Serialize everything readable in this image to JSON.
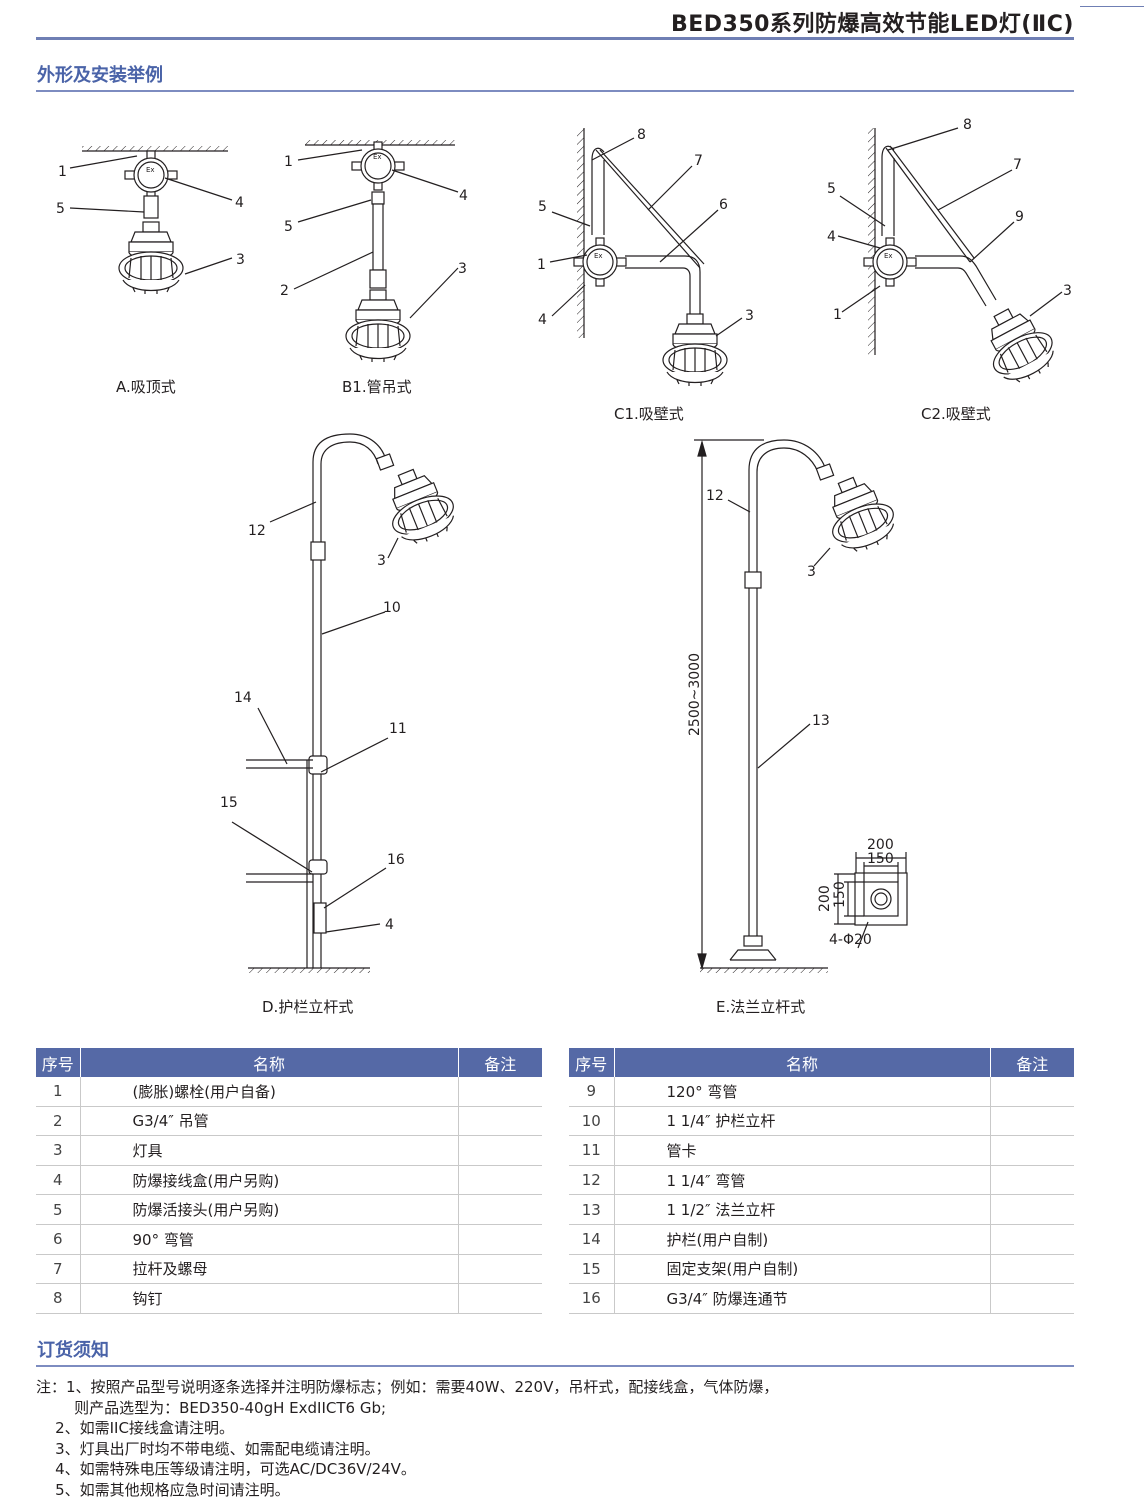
{
  "header": {
    "title": "BED350系列防爆高效节能LED灯(ⅡC)"
  },
  "sections": {
    "appearance": "外形及安装举例",
    "ordering": "订货须知"
  },
  "drawings": {
    "captions": {
      "A": "A.吸顶式",
      "B1": "B1.管吊式",
      "C1": "C1.吸壁式",
      "C2": "C2.吸壁式",
      "D": "D.护栏立杆式",
      "E": "E.法兰立杆式"
    },
    "callouts": {
      "A": [
        "1",
        "5",
        "4",
        "3"
      ],
      "B1": [
        "1",
        "4",
        "5",
        "2",
        "3"
      ],
      "C1": [
        "8",
        "7",
        "6",
        "5",
        "1",
        "4",
        "3"
      ],
      "C2": [
        "8",
        "7",
        "5",
        "4",
        "9",
        "1",
        "3"
      ],
      "D": [
        "12",
        "3",
        "10",
        "14",
        "11",
        "15",
        "16",
        "4"
      ],
      "E": [
        "12",
        "3",
        "13"
      ]
    },
    "dimensions": {
      "height": "2500~3000",
      "flange_outer_w": "200",
      "flange_inner_w": "150",
      "flange_outer_h": "200",
      "flange_inner_h": "150",
      "holes": "4-Φ20"
    },
    "box_mark": "Ex"
  },
  "parts_table": {
    "headers": [
      "序号",
      "名称",
      "备注"
    ],
    "left_rows": [
      {
        "no": "1",
        "name": "(膨胀)螺栓(用户自备)",
        "note": ""
      },
      {
        "no": "2",
        "name": "G3/4″ 吊管",
        "note": ""
      },
      {
        "no": "3",
        "name": "灯具",
        "note": ""
      },
      {
        "no": "4",
        "name": "防爆接线盒(用户另购)",
        "note": ""
      },
      {
        "no": "5",
        "name": "防爆活接头(用户另购)",
        "note": ""
      },
      {
        "no": "6",
        "name": "90° 弯管",
        "note": ""
      },
      {
        "no": "7",
        "name": "拉杆及螺母",
        "note": ""
      },
      {
        "no": "8",
        "name": "钩钉",
        "note": ""
      }
    ],
    "right_rows": [
      {
        "no": "9",
        "name": "120° 弯管",
        "note": ""
      },
      {
        "no": "10",
        "name": "1 1/4″ 护栏立杆",
        "note": ""
      },
      {
        "no": "11",
        "name": "管卡",
        "note": ""
      },
      {
        "no": "12",
        "name": "1 1/4″ 弯管",
        "note": ""
      },
      {
        "no": "13",
        "name": "1 1/2″ 法兰立杆",
        "note": ""
      },
      {
        "no": "14",
        "name": "护栏(用户自制)",
        "note": ""
      },
      {
        "no": "15",
        "name": "固定支架(用户自制)",
        "note": ""
      },
      {
        "no": "16",
        "name": "G3/4″ 防爆连通节",
        "note": ""
      }
    ]
  },
  "notes": [
    "注：1、按照产品型号说明逐条选择并注明防爆标志；例如：需要40W、220V，吊杆式，配接线盒，气体防爆，",
    "        则产品选型为：BED350-40gH ExdIICT6 Gb;",
    "    2、如需IIC接线盒请注明。",
    "    3、灯具出厂时均不带电缆、如需配电缆请注明。",
    "    4、如需特殊电压等级请注明，可选AC/DC36V/24V。",
    "    5、如需其他规格应急时间请注明。"
  ]
}
